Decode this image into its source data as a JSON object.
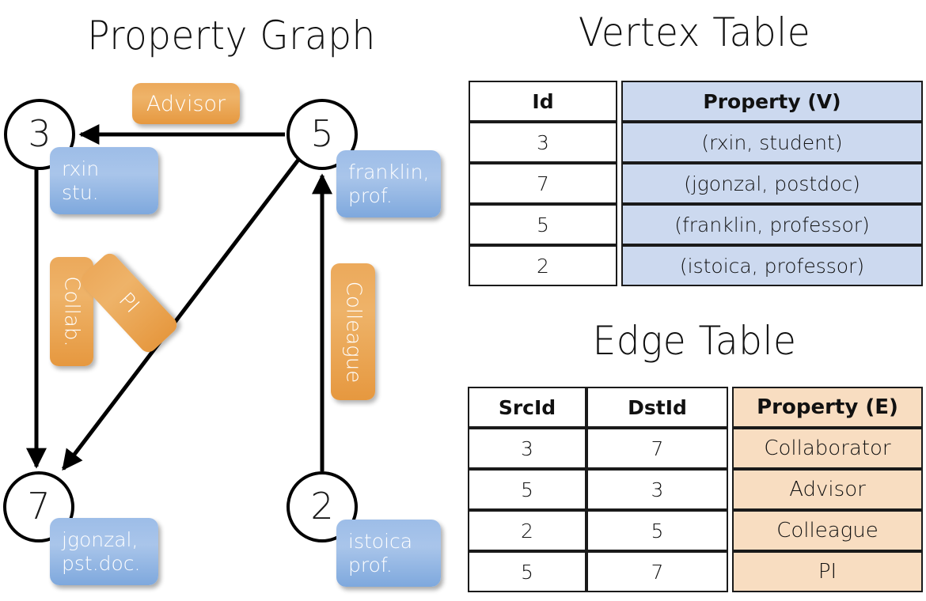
{
  "titles": {
    "property_graph": "Property Graph",
    "vertex_table": "Vertex Table",
    "edge_table": "Edge Table"
  },
  "graph": {
    "vertices": [
      {
        "id": "3",
        "property_label": "rxin\nstu."
      },
      {
        "id": "5",
        "property_label": "franklin,\nprof."
      },
      {
        "id": "7",
        "property_label": "jgonzal,\npst.doc."
      },
      {
        "id": "2",
        "property_label": "istoica\nprof."
      }
    ],
    "edge_labels": [
      {
        "name": "advisor",
        "text": "Advisor"
      },
      {
        "name": "collab",
        "text": "Collab."
      },
      {
        "name": "pi",
        "text": "PI"
      },
      {
        "name": "colleague",
        "text": "Colleague"
      }
    ],
    "edges": [
      {
        "src": "5",
        "dst": "3",
        "label": "Advisor"
      },
      {
        "src": "3",
        "dst": "7",
        "label": "Collab."
      },
      {
        "src": "5",
        "dst": "7",
        "label": "PI"
      },
      {
        "src": "2",
        "dst": "5",
        "label": "Colleague"
      }
    ]
  },
  "vertex_table": {
    "headers": [
      "Id",
      "Property (V)"
    ],
    "rows": [
      {
        "id": "3",
        "property": "(rxin, student)"
      },
      {
        "id": "7",
        "property": "(jgonzal, postdoc)"
      },
      {
        "id": "5",
        "property": "(franklin, professor)"
      },
      {
        "id": "2",
        "property": "(istoica, professor)"
      }
    ]
  },
  "edge_table": {
    "headers": [
      "SrcId",
      "DstId",
      "Property (E)"
    ],
    "rows": [
      {
        "src": "3",
        "dst": "7",
        "property": "Collaborator"
      },
      {
        "src": "5",
        "dst": "3",
        "property": "Advisor"
      },
      {
        "src": "2",
        "dst": "5",
        "property": "Colleague"
      },
      {
        "src": "5",
        "dst": "7",
        "property": "PI"
      }
    ]
  },
  "colors": {
    "vertex_property_blue": "#9dbde8",
    "edge_property_orange": "#eca95b",
    "vertex_table_cell_blue": "#ccd9ef",
    "edge_table_cell_peach": "#f8ddc1",
    "stroke_black": "#000000"
  }
}
